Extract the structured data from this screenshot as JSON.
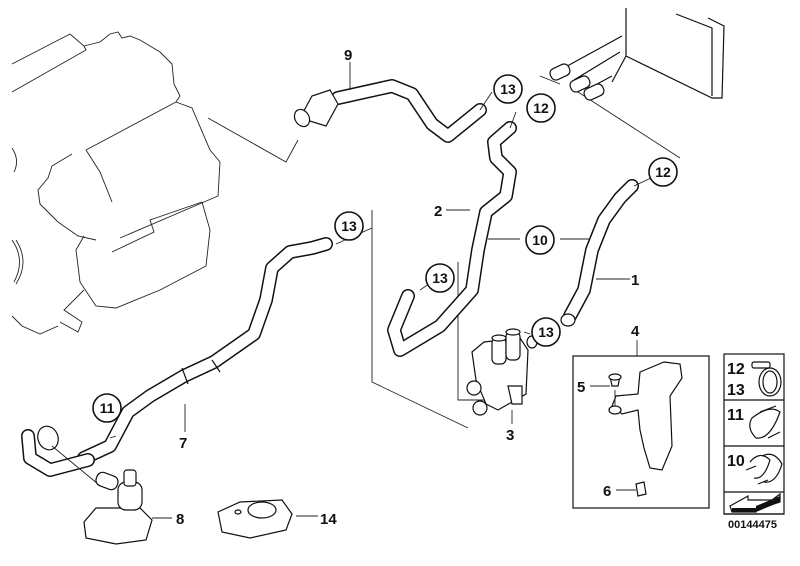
{
  "diagram": {
    "title": "Heater hose / auxiliary water pump parts diagram",
    "diagram_number": "00144475",
    "part_labels": [
      {
        "id": "1",
        "text": "1"
      },
      {
        "id": "2",
        "text": "2"
      },
      {
        "id": "3",
        "text": "3"
      },
      {
        "id": "4",
        "text": "4"
      },
      {
        "id": "5",
        "text": "5"
      },
      {
        "id": "6",
        "text": "6"
      },
      {
        "id": "7",
        "text": "7"
      },
      {
        "id": "8",
        "text": "8"
      },
      {
        "id": "9",
        "text": "9"
      },
      {
        "id": "14",
        "text": "14"
      }
    ],
    "clamp_callouts": [
      {
        "id": "c13a",
        "text": "13"
      },
      {
        "id": "c12a",
        "text": "12"
      },
      {
        "id": "c12b",
        "text": "12"
      },
      {
        "id": "c13b",
        "text": "13"
      },
      {
        "id": "c10",
        "text": "10"
      },
      {
        "id": "c13c",
        "text": "13"
      },
      {
        "id": "c13d",
        "text": "13"
      },
      {
        "id": "c11",
        "text": "11"
      }
    ],
    "legend": {
      "rows": [
        {
          "labels": [
            "12",
            "13"
          ],
          "icon": "hose-clamp-screw-icon"
        },
        {
          "labels": [
            "11"
          ],
          "icon": "spring-clip-icon"
        },
        {
          "labels": [
            "10"
          ],
          "icon": "double-spring-clip-icon"
        },
        {
          "labels": [],
          "icon": "direction-arrow-icon"
        }
      ]
    }
  }
}
